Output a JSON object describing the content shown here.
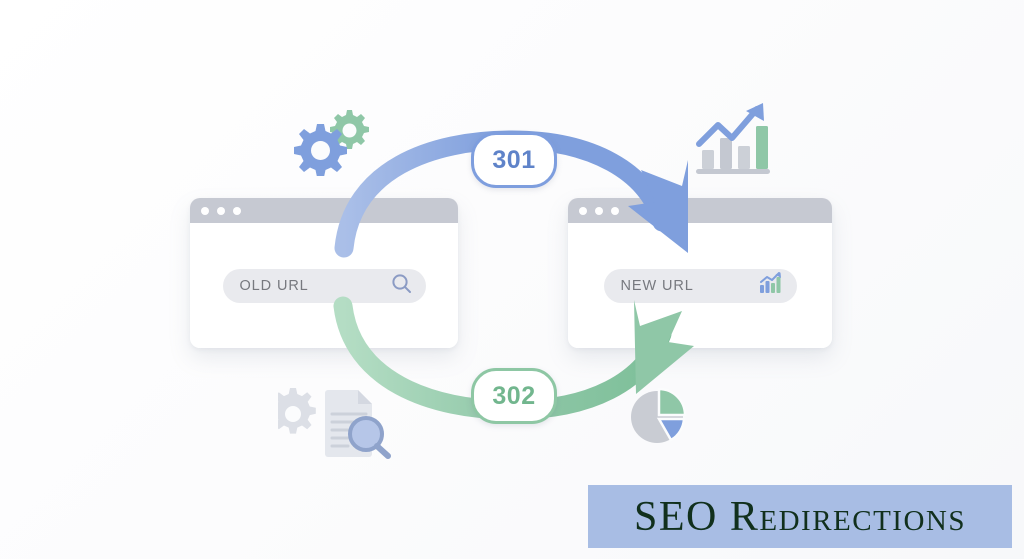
{
  "background": {
    "color": "#fbfcfd"
  },
  "windows": {
    "left": {
      "name": "old-url-browser",
      "url_value": "OLD URL",
      "url_placeholder": "OLD URL",
      "icon": "search-icon",
      "dots": 3,
      "titlebar_color": "#c6c9d2"
    },
    "right": {
      "name": "new-url-browser",
      "url_value": "NEW URL",
      "url_placeholder": "NEW URL",
      "icon": "growth-chart-icon",
      "dots": 3,
      "titlebar_color": "#c6c9d2"
    }
  },
  "arrows": {
    "top": {
      "label": "301",
      "color": "#7e9ede",
      "direction": "old-to-new",
      "name": "redirect-301-arrow"
    },
    "bottom": {
      "label": "302",
      "color": "#8ec7a4",
      "direction": "old-to-new",
      "name": "redirect-302-arrow"
    }
  },
  "decorations": [
    {
      "name": "gears-icon",
      "colors": [
        "#7f9fdd",
        "#8fc7a7"
      ]
    },
    {
      "name": "growth-chart-icon",
      "colors": [
        "#7f9fdd",
        "#8fc7a7",
        "#c9ccd3"
      ]
    },
    {
      "name": "document-search-icon",
      "colors": [
        "#dfe2e9",
        "#a9bde4"
      ]
    },
    {
      "name": "gear-icon",
      "colors": [
        "#dcdfe6"
      ]
    },
    {
      "name": "pie-chart-icon",
      "colors": [
        "#c9ccd3",
        "#8fc7a7",
        "#7f9fdd"
      ]
    }
  ],
  "banner": {
    "title": "SEO Redirections",
    "background_color": "#a8bde4",
    "text_color": "#11301d"
  }
}
